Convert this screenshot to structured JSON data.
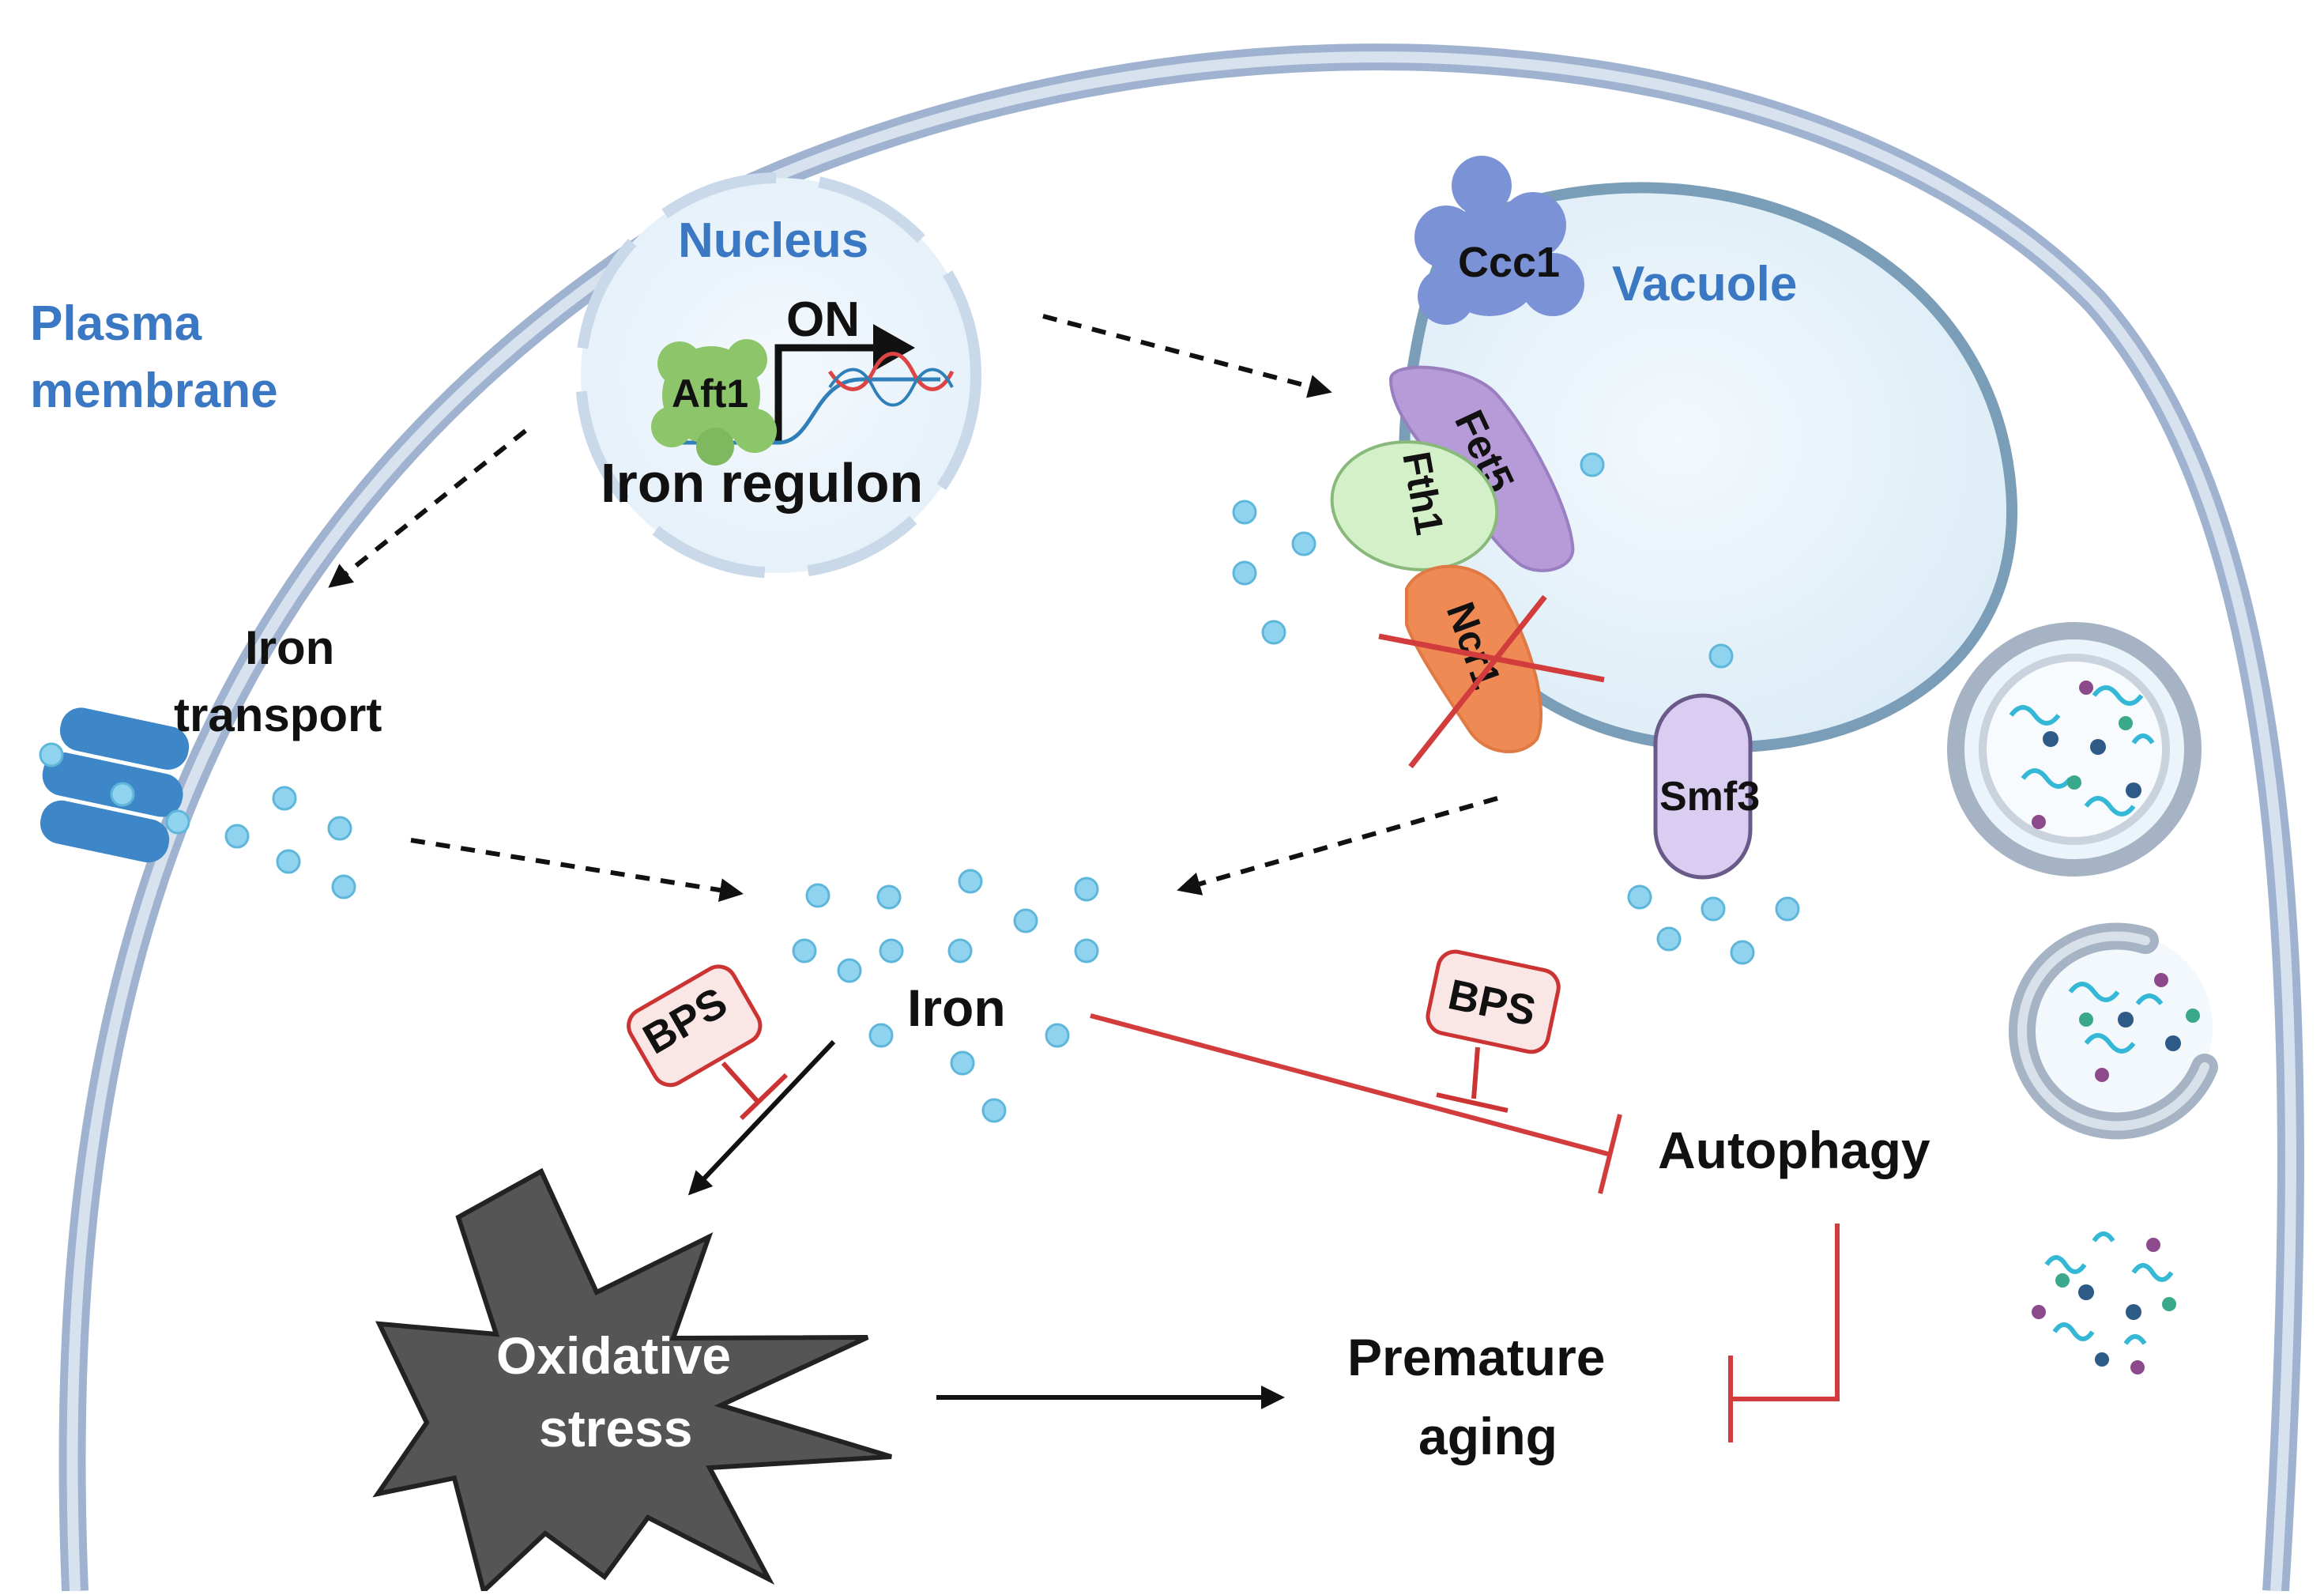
{
  "labels": {
    "plasma_membrane_line1": "Plasma",
    "plasma_membrane_line2": "membrane",
    "nucleus": "Nucleus",
    "on": "ON",
    "aft1": "Aft1",
    "iron_regulon": "Iron regulon",
    "vacuole": "Vacuole",
    "ccc1": "Ccc1",
    "fet5": "Fet5",
    "fth1": "Fth1",
    "ncr1": "Ncr1",
    "smf3": "Smf3",
    "iron_transport_line1": "Iron",
    "iron_transport_line2": "transport",
    "iron": "Iron",
    "bps_left": "BPS",
    "bps_right": "BPS",
    "autophagy": "Autophagy",
    "oxidative_line1": "Oxidative",
    "oxidative_line2": "stress",
    "premature_line1": "Premature",
    "premature_line2": "aging"
  },
  "colors": {
    "membrane": "#9fb2cf",
    "accent_blue": "#3b78c3",
    "iron_dot": "#8fd3ee",
    "inhibition_red": "#d23c3c",
    "aft1_green": "#8dc56a",
    "ccc1_blue": "#7b93d6",
    "fet5_purple": "#b79bd8",
    "fth1_green": "#d4f0c9",
    "ncr1_orange": "#f08a55",
    "smf3_purple": "#d9cdf2",
    "star_gray": "#555555"
  },
  "icons": [
    "iron-transporter-icon",
    "autophagosome-icon",
    "phagophore-icon",
    "vesicle-cargo-icon",
    "oxidative-stress-star-icon"
  ]
}
